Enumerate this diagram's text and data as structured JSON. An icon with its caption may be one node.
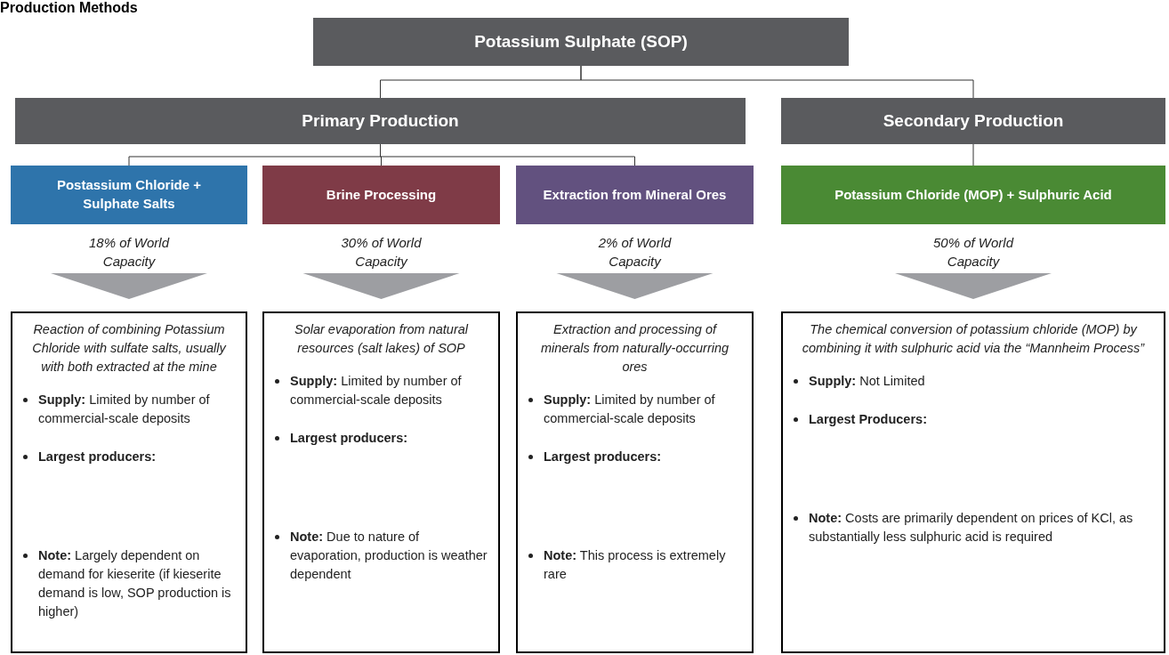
{
  "diagram": {
    "title": "Production Methods",
    "nodes": [
      {
        "text": [
          "Potassium Sulphate (SOP)"
        ]
      },
      {
        "text": [
          "Primary Production"
        ]
      },
      {
        "text": [
          "Secondary Production"
        ]
      },
      {
        "text": [
          "Postassium Chloride + Sulphate Salts"
        ],
        "beside": [
          "18% of World Capacity"
        ]
      },
      {
        "text": [
          "Brine Processing"
        ],
        "beside": [
          "30% of World Capacity"
        ]
      },
      {
        "text": [
          "Extraction from Mineral Ores"
        ],
        "beside": [
          "2% of World Capacity"
        ]
      },
      {
        "text": [
          "Potassium Chloride (MOP) + Sulphuric Acid"
        ],
        "beside": [
          "50% of World Capacity"
        ]
      },
      {
        "text": [
          "Reaction of combining Potassium Chloride with sulfate salts, usually with both extracted at the mine",
          "**Supply:** Limited by number of commercial-scale deposits",
          "**Largest producers:**",
          "**Note:** Largely dependent on demand for kieserite (if kieserite demand is low, SOP production is higher)"
        ]
      },
      {
        "text": [
          "Solar evaporation from natural resources (salt lakes) of SOP",
          "**Supply:** Limited by number of commercial-scale deposits",
          "**Largest producers:**",
          "**Note:** Due to nature of evaporation, production is weather dependent"
        ]
      },
      {
        "text": [
          "Extraction and processing of minerals from naturally-occurring ores",
          "**Supply:** Limited by number of commercial-scale deposits",
          "**Largest producers:**",
          "**Note:** This process is extremely rare"
        ]
      },
      {
        "text": [
          "The chemical conversion of potassium chloride (MOP) by combining it with sulphuric acid via the “Mannheim Process”",
          "**Supply:** Not Limited",
          "**Largest Producers:**",
          "**Note:** Costs are primarily dependent on prices of KCl, as substantially less sulphuric acid is required"
        ]
      }
    ],
    "edges": [
      {
        "from": 0,
        "to": 1,
        "arrow": "none"
      },
      {
        "from": 0,
        "to": 2,
        "arrow": "none"
      },
      {
        "from": 1,
        "to": 3,
        "arrow": "none"
      },
      {
        "from": 1,
        "to": 4,
        "arrow": "none"
      },
      {
        "from": 1,
        "to": 5,
        "arrow": "none"
      },
      {
        "from": 2,
        "to": 6,
        "arrow": "none"
      },
      {
        "from": 3,
        "to": 7,
        "arrow": "to"
      },
      {
        "from": 4,
        "to": 8,
        "arrow": "to"
      },
      {
        "from": 5,
        "to": 9,
        "arrow": "to"
      },
      {
        "from": 6,
        "to": 10,
        "arrow": "to"
      }
    ]
  }
}
